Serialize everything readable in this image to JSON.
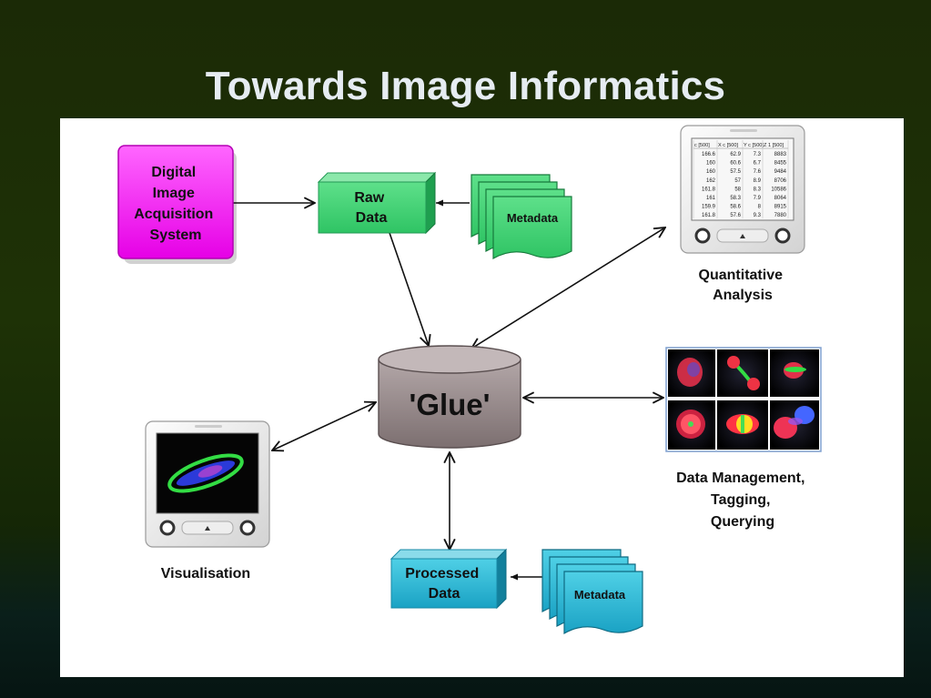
{
  "title": "Towards Image Informatics",
  "nodes": {
    "acquisition": {
      "lines": [
        "Digital",
        "Image",
        "Acquisition",
        "System"
      ],
      "color": "#ff33ff"
    },
    "raw_data": {
      "lines": [
        "Raw",
        "Data"
      ],
      "color": "#33cc66"
    },
    "metadata_top": {
      "label": "Metadata",
      "color": "#33cc66"
    },
    "glue": {
      "label": "'Glue'",
      "color": "#8c7f80"
    },
    "processed_data": {
      "lines": [
        "Processed",
        "Data"
      ],
      "color": "#22aacc"
    },
    "metadata_bottom": {
      "label": "Metadata",
      "color": "#22aacc"
    },
    "quantitative": {
      "lines": [
        "Quantitative",
        "Analysis"
      ]
    },
    "data_management": {
      "lines": [
        "Data Management,",
        "Tagging,",
        "Querying"
      ]
    },
    "visualisation": {
      "label": "Visualisation"
    }
  },
  "table": {
    "headers": [
      "c [500]",
      "X c [500]",
      "Y c [500]",
      "Z 1 [500]"
    ],
    "rows": [
      [
        "166.6",
        "62.9",
        "7.3",
        "8883"
      ],
      [
        "160",
        "60.6",
        "6.7",
        "8455"
      ],
      [
        "160",
        "57.5",
        "7.6",
        "9484"
      ],
      [
        "162",
        "57",
        "8.9",
        "8706"
      ],
      [
        "161.8",
        "58",
        "8.3",
        "10586"
      ],
      [
        "161",
        "58.3",
        "7.9",
        "8064"
      ],
      [
        "159.9",
        "58.6",
        "8",
        "8915"
      ],
      [
        "161.8",
        "57.6",
        "9.3",
        "7880"
      ]
    ]
  }
}
